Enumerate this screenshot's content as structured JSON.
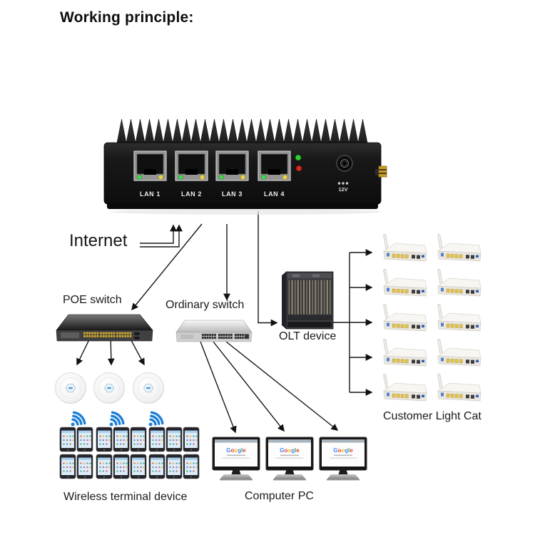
{
  "title": "Working principle:",
  "router": {
    "port_labels": [
      "LAN 1",
      "LAN 2",
      "LAN 3",
      "LAN 4"
    ],
    "power_label": "12V"
  },
  "nodes": {
    "internet": "Internet",
    "poe_switch": "POE switch",
    "ordinary_switch": "Ordinary switch",
    "olt_device": "OLT device",
    "customer_light_cat": "Customer Light Cat",
    "wireless_terminal": "Wireless terminal device",
    "computer_pc": "Computer PC"
  },
  "computers": {
    "logo_text": "Google",
    "logo_colors": [
      "#4285F4",
      "#EA4335",
      "#FBBC05",
      "#4285F4",
      "#34A853",
      "#EA4335"
    ]
  },
  "counts": {
    "access_points": 3,
    "wifi_icons": 3,
    "phones": 16,
    "computers": 3,
    "modems": 10,
    "lan_ports": 4
  },
  "colors": {
    "wifi_blue": "#1d7fd8",
    "led_green": "#3fdb4e",
    "led_yellow": "#e6d44e",
    "led_red": "#d42a1f",
    "antenna_gold": "#c89b2a",
    "line_black": "#161616"
  }
}
